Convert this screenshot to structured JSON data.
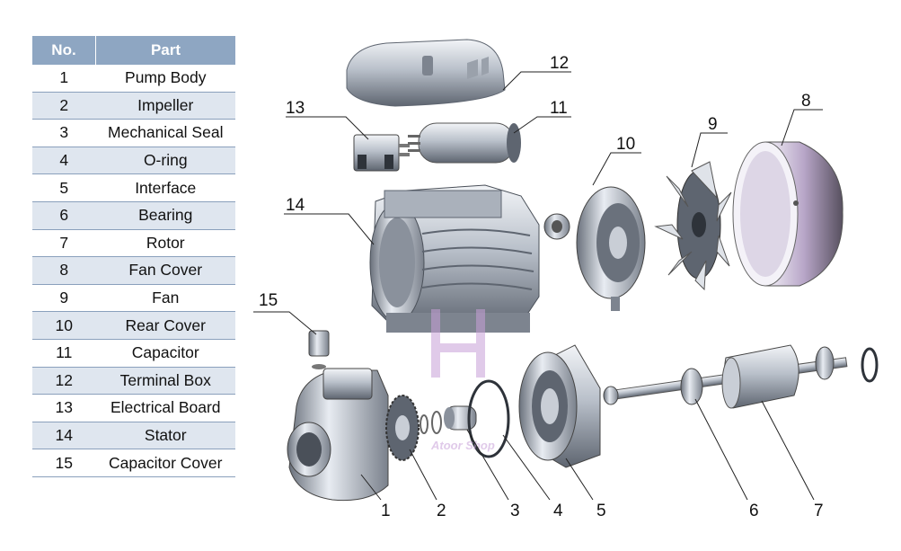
{
  "table": {
    "header_no": "No.",
    "header_part": "Part",
    "rows": [
      {
        "no": "1",
        "part": "Pump Body"
      },
      {
        "no": "2",
        "part": "Impeller"
      },
      {
        "no": "3",
        "part": "Mechanical Seal"
      },
      {
        "no": "4",
        "part": "O-ring"
      },
      {
        "no": "5",
        "part": "Interface"
      },
      {
        "no": "6",
        "part": "Bearing"
      },
      {
        "no": "7",
        "part": "Rotor"
      },
      {
        "no": "8",
        "part": "Fan Cover"
      },
      {
        "no": "9",
        "part": "Fan"
      },
      {
        "no": "10",
        "part": "Rear Cover"
      },
      {
        "no": "11",
        "part": "Capacitor"
      },
      {
        "no": "12",
        "part": "Terminal Box"
      },
      {
        "no": "13",
        "part": "Electrical Board"
      },
      {
        "no": "14",
        "part": "Stator"
      },
      {
        "no": "15",
        "part": "Capacitor Cover"
      }
    ]
  },
  "callouts": {
    "c1": "1",
    "c2": "2",
    "c3": "3",
    "c4": "4",
    "c5": "5",
    "c6": "6",
    "c7": "7",
    "c8": "8",
    "c9": "9",
    "c10": "10",
    "c11": "11",
    "c12": "12",
    "c13": "13",
    "c14": "14",
    "c15": "15"
  },
  "watermark": "Atoor Shop",
  "colors": {
    "table_header": "#8ea6c2",
    "table_stripe": "#dfe6ef",
    "metal_light": "#e8ecf2",
    "metal_dark": "#5e6570",
    "fan_cover_tint": "#b8a6c8",
    "watermark": "#c8a0d8"
  }
}
